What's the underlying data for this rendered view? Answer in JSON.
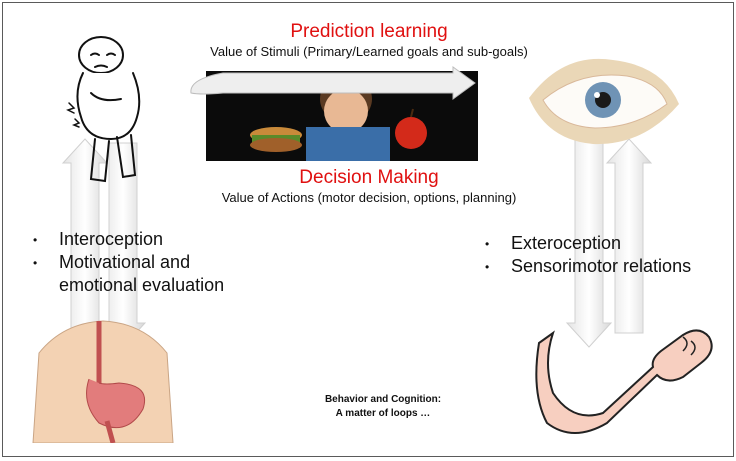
{
  "prediction": {
    "title": "Prediction learning",
    "subtitle": "Value of Stimuli (Primary/Learned goals and sub-goals)"
  },
  "decision": {
    "title": "Decision Making",
    "subtitle": "Value of Actions (motor decision, options, planning)"
  },
  "left_bullets": [
    "Interoception",
    "Motivational and",
    "emotional evaluation"
  ],
  "right_bullets": [
    "Exteroception",
    "Sensorimotor relations"
  ],
  "caption": {
    "line1": "Behavior and Cognition:",
    "line2": "A matter of loops …"
  },
  "colors": {
    "accent_red": "#e01010",
    "text": "#111111"
  }
}
